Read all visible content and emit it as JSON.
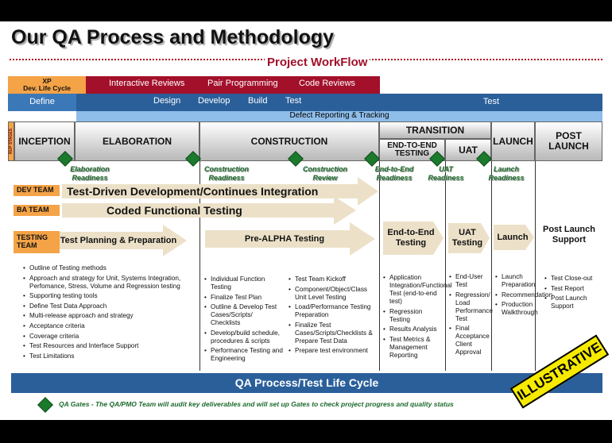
{
  "title": "Our QA Process and Methodology",
  "subtitle": "Project WorkFlow",
  "lifecycle": {
    "label_line1": "XP",
    "label_line2": "Dev. Life Cycle"
  },
  "practices": [
    "Interactive Reviews",
    "Pair Programming",
    "Code Reviews"
  ],
  "stages": {
    "define": "Define",
    "design": "Design",
    "develop": "Develop",
    "build": "Build",
    "test": "Test",
    "test_right": "Test"
  },
  "defect_bar": "Defect Reporting & Tracking",
  "phases": {
    "vertical_label": "RUP STAGES",
    "inception": "INCEPTION",
    "elaboration": "ELABORATION",
    "construction": "CONSTRUCTION",
    "transition": "TRANSITION",
    "e2e": "END-TO-END TESTING",
    "uat": "UAT",
    "launch": "LAUNCH",
    "post_launch": "POST LAUNCH"
  },
  "gates": [
    {
      "label": "Elaboration Readiness"
    },
    {
      "label": "Construction Readiness"
    },
    {
      "label": "Construction Review"
    },
    {
      "label": "End-to-End Readiness"
    },
    {
      "label": "UAT Readiness"
    },
    {
      "label": "Launch Readiness"
    }
  ],
  "teams": {
    "dev": {
      "label": "DEV TEAM",
      "activity": "Test-Driven Development/Continues Integration"
    },
    "ba": {
      "label": "BA TEAM",
      "activity": "Coded Functional Testing"
    },
    "testing": {
      "label": "TESTING TEAM"
    }
  },
  "testing_arrows": {
    "planning": "Test Planning & Preparation",
    "pre_alpha": "Pre-ALPHA Testing",
    "e2e": "End-to-End Testing",
    "uat": "UAT Testing",
    "launch": "Launch",
    "post": "Post Launch Support"
  },
  "columns": {
    "inception_elab": [
      "Outline of Testing methods",
      "Approach and strategy for Unit, Systems Integration, Perfomance, Stress, Volume and Regression testing",
      "Supporting testing tools",
      "Define Test Data Approach",
      "Multi-release approach and strategy",
      "Acceptance criteria",
      "Coverage criteria",
      "Test Resources and Interface Support",
      "Test Limitations"
    ],
    "construction_a": [
      "Individual Function Testing",
      "Finalize Test Plan",
      "Outline & Develop Test Cases/Scripts/ Checklists",
      "Develop/build schedule, procedures & scripts",
      "Performance Testing and Engineering"
    ],
    "construction_b": [
      "Test Team Kickoff",
      "Component/Object/Class Unit Level Testing",
      "Load/Performance Testing Preparation",
      "Finalize Test Cases/Scripts/Checklists & Prepare Test Data",
      "Prepare test environment"
    ],
    "e2e": [
      "Application Integration/Functional Test (end-to-end test)",
      "Regression Testing",
      "Results Analysis",
      "Test Metrics & Management Reporting"
    ],
    "uat": [
      "End-User Test",
      "Regression/ Load Performance Test",
      "Final Acceptance Client Approval"
    ],
    "launch": [
      "Launch Preparation",
      "Recommendation",
      "Production Walkthrough"
    ],
    "post": [
      "Test Close-out",
      "Test Report",
      "Post Launch Support"
    ]
  },
  "bottom_bar": "QA Process/Test Life Cycle",
  "legend": "QA Gates - The QA/PMO Team will audit key deliverables and will set up Gates to check project progress and quality status",
  "stamp": "ILLUSTRATIVE",
  "colors": {
    "orange": "#f4a347",
    "maroon": "#a3102a",
    "blue": "#2a5f9a",
    "light_blue": "#8ebde9",
    "gate_green": "#1b7a2c",
    "arrow": "#ece1c8"
  }
}
